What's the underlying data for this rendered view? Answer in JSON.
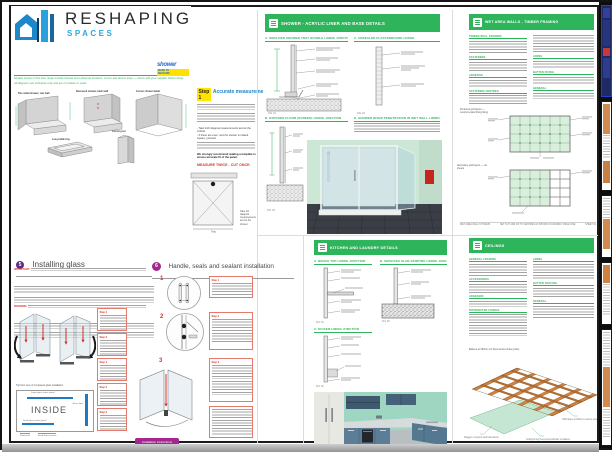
{
  "brand": {
    "title": "RESHAPING",
    "subtitle": "SPACES"
  },
  "intro": {
    "line1": "Models shown in this liner range include framed and unframed showers, corner and alcove trays — check with your supplier before fixing.",
    "line2": "All diagrams are indicative only and are not drawn to scale."
  },
  "trays": {
    "labels": [
      "Two sided shower, rear wall",
      "Recessed shower, back wall",
      "Corner shower detail",
      "Low profile tray",
      "Corner post"
    ]
  },
  "stamp": {
    "word": "shower",
    "line1": "MADE TO",
    "line2": "MEASURE"
  },
  "step1": {
    "badge": "Step 1",
    "title": "Accurate measureme",
    "bullets": [
      "Take both diagonal measurements across the cubicle.",
      "If these are even, and the shower is indeed square, proceed."
    ],
    "bold_note": "We strongly recommend making a template to ensure accurate fit of the panel.",
    "warning": "MEASURE TWICE - CUT ONCE.",
    "caption": "Take full diagonal measurements across the shower",
    "dim": "Tray"
  },
  "shower_panel": {
    "title": "SHOWER - ACRYLIC LINER AND BASE DETAILS",
    "subheads": [
      "A. MOULDED SHOWER TRAY DOUBLE LINING JUNCTION",
      "C. UNSEALED PLASTERBOARD LINING",
      "B. EXPOSED FLOOR (SCREED) LINING JUNCTION",
      "D. SHOWER RISER PENETRATION IN WET WALL LININGS"
    ],
    "figs": [
      "FIG 01",
      "FIG 02",
      "FIG 03"
    ]
  },
  "kitchen_panel": {
    "title": "KITCHEN AND LAUNDRY DETAILS",
    "subheads": [
      "A. BENCH TOP LINING JUNCTION",
      "B. SERVICES SLAB SKIRTING LINING JUNCTION",
      "C. KICKER LINING JUNCTION"
    ],
    "figs": [
      "FIG 04",
      "FIG 05",
      "FIG 06"
    ]
  },
  "framing_panel": {
    "title": "WET AREA WALLS - TIMBER FRAMING",
    "subheads_left": [
      "TIMBER WALL FRAMING",
      "FASTENERS",
      "ADHESIVE",
      "FASTENING CENTRES"
    ],
    "subheads_right": [
      "LINING",
      "BATTEN FIXING",
      "GENERAL"
    ],
    "captions": [
      "Preferred grid layout — recommended lining fixing",
      "Alternative grid layout — cut sheets"
    ],
    "footer_left": "WET AREA WALL SYSTEMS",
    "footer_mid": "SET OUT AND FIX TO CENTRES AS SHOWN IN FRAMING TABLE ONE",
    "footer_right": "SHEET 02"
  },
  "ceiling_panel": {
    "title": "CEILINGS",
    "subheads_left": [
      "GENERAL FRAMING",
      "ACCESSORIES",
      "ADHESION",
      "DISTRIBUTED FIXINGS"
    ],
    "subheads_right": [
      "LINING",
      "BATTEN SPACING",
      "GENERAL"
    ],
    "intro": "Battens at 450mm c/c fixed across timber joists:",
    "callouts": [
      "GIB batten at 450mm centres across joists",
      "Ceiling lining fixed perpendicular to battens",
      "Stagger end joints and back-block"
    ]
  },
  "glass_panel": {
    "number": "5",
    "title": "Installing glass",
    "lead1": "IMPORTANT:",
    "lead2": "WARNING:",
    "caption": "Top floor view of completed glass installation",
    "inside": "INSIDE",
    "tags": [
      "Large glass return panel",
      "Small glass return panel",
      "Glass door",
      "Fixed wall",
      "Fixed floor channel"
    ],
    "steps": [
      "Step 2",
      "Step 3",
      "Step 4",
      "Step 5",
      "Step 6"
    ]
  },
  "handle_panel": {
    "number": "6",
    "title": "Handle, seals and sealant installation",
    "nums": [
      "1",
      "2",
      "3"
    ],
    "boxes": [
      "Step 1",
      "Step 2",
      "Step 3"
    ],
    "button": "installation instructions"
  }
}
